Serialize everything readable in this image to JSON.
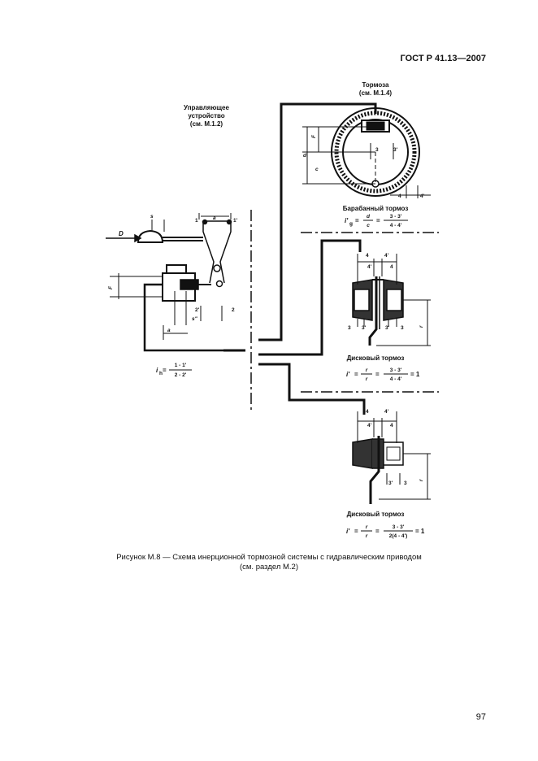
{
  "header": {
    "standard": "ГОСТ Р 41.13—2007"
  },
  "page": {
    "number": "97"
  },
  "caption": {
    "line1": "Рисунок М.8 — Схема инерционной тормозной системы с гидравлическим приводом",
    "line2": "(см. раздел М.2)"
  },
  "figure": {
    "brakes_title": "Тормоза",
    "brakes_ref": "(см. М.1.4)",
    "control_title_1": "Управляющее",
    "control_title_2": "устройство",
    "control_ref": "(см. М.1.2)",
    "force_label": "D",
    "drum_brake_label": "Барабанный тормоз",
    "disc_brake_label_1": "Дисковый тормоз",
    "disc_brake_label_2": "Дисковый тормоз",
    "labels": {
      "d": "d",
      "c": "c",
      "n1": "1",
      "n1p": "1'",
      "n2": "2",
      "n2p": "2'",
      "n3": "3",
      "n3p": "3'",
      "n4": "4",
      "n4p": "4'",
      "s": "s",
      "a": "a",
      "sHz": "s\"",
      "aHz": "a",
      "FHz": "F",
      "Fhz_sub": "Hz",
      "rarf": "r",
      "rarf_sub": "arf"
    },
    "formulas": {
      "ih_left": "i",
      "ih_sub": "h",
      "ih_num": "1 - 1'",
      "ih_den": "2 - 2'",
      "drum_lhs": "i'",
      "drum_sub": "g",
      "drum_mid_num": "d",
      "drum_mid_den": "c",
      "drum_num": "3 - 3'",
      "drum_den": "4 - 4'",
      "disc1_num": "3 - 3'",
      "disc1_den": "4 - 4'",
      "disc1_rhs": "= 1",
      "disc2_num": "3 - 3'",
      "disc2_den": "2(4 - 4')",
      "disc2_rhs": "= 1",
      "r_num": "r",
      "r_den": "r"
    }
  }
}
